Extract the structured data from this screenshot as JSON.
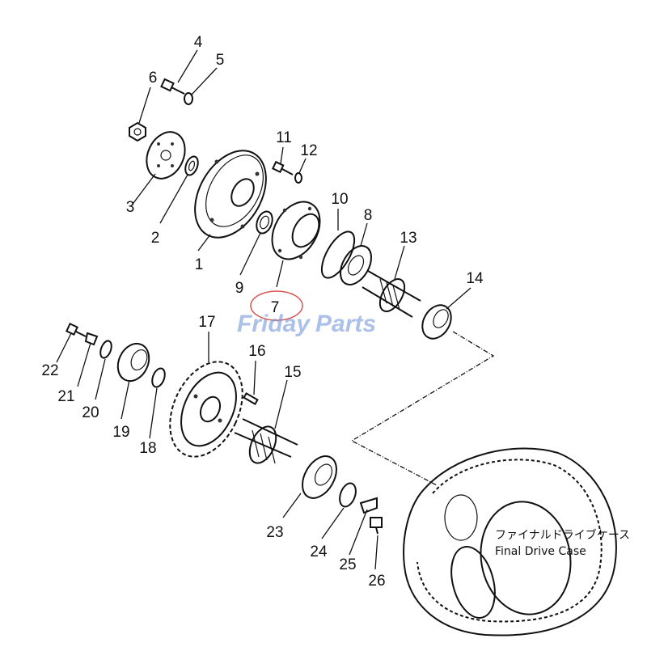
{
  "watermark": {
    "text_left": "Friday",
    "text_right": "Parts"
  },
  "highlight_color": "#d9534f",
  "case_label": {
    "japanese": "ファイナルドライブケース",
    "english": "Final Drive Case"
  },
  "parts": [
    {
      "num": "1"
    },
    {
      "num": "2"
    },
    {
      "num": "3"
    },
    {
      "num": "4"
    },
    {
      "num": "5"
    },
    {
      "num": "6"
    },
    {
      "num": "7",
      "highlighted": true
    },
    {
      "num": "8"
    },
    {
      "num": "9"
    },
    {
      "num": "10"
    },
    {
      "num": "11"
    },
    {
      "num": "12"
    },
    {
      "num": "13"
    },
    {
      "num": "14"
    },
    {
      "num": "15"
    },
    {
      "num": "16"
    },
    {
      "num": "17"
    },
    {
      "num": "18"
    },
    {
      "num": "19"
    },
    {
      "num": "20"
    },
    {
      "num": "21"
    },
    {
      "num": "22"
    },
    {
      "num": "23"
    },
    {
      "num": "24"
    },
    {
      "num": "25"
    },
    {
      "num": "26"
    }
  ]
}
